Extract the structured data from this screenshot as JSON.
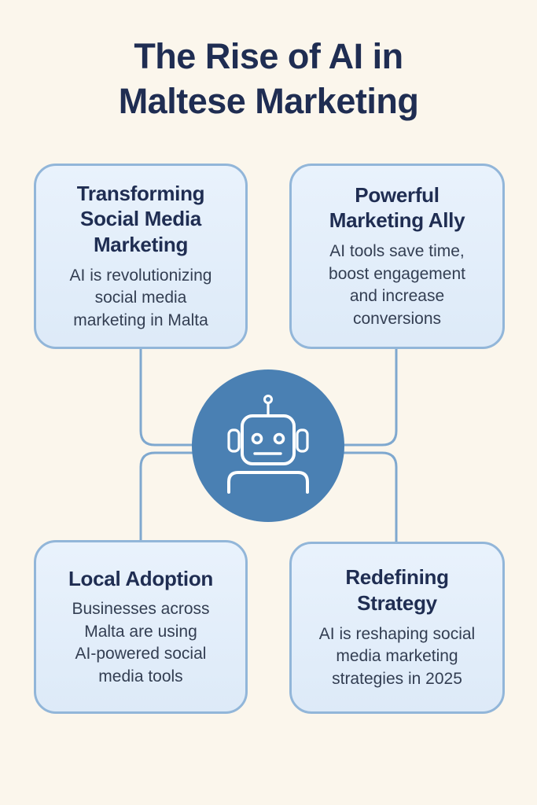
{
  "title": {
    "line1": "The Rise of AI in",
    "line2": "Maltese Marketing"
  },
  "cards": [
    {
      "id": "transforming-social-media-marketing",
      "heading": "Transforming\nSocial Media\nMarketing",
      "body": "AI is revolutionizing\nsocial media\nmarketing in Malta"
    },
    {
      "id": "powerful-marketing-ally",
      "heading": "Powerful\nMarketing Ally",
      "body": "AI tools save time,\nboost engagement\nand increase\nconversions"
    },
    {
      "id": "local-adoption",
      "heading": "Local Adoption",
      "body": "Businesses across\nMalta are using\nAI-powered social\nmedia tools"
    },
    {
      "id": "redefining-strategy",
      "heading": "Redefining\nStrategy",
      "body": "AI is reshaping social\nmedia marketing\nstrategies in 2025"
    }
  ],
  "center_icon": "robot-icon",
  "colors": {
    "background": "#fbf6ec",
    "card-fill": "#e9f2fc",
    "card-fill-2": "#ddeaf8",
    "card-border": "#92b6d9",
    "connector": "#7fa8cf",
    "badge": "#4a80b3",
    "robot": "#ffffff",
    "heading": "#1f2d52",
    "body-text": "#333e52"
  }
}
